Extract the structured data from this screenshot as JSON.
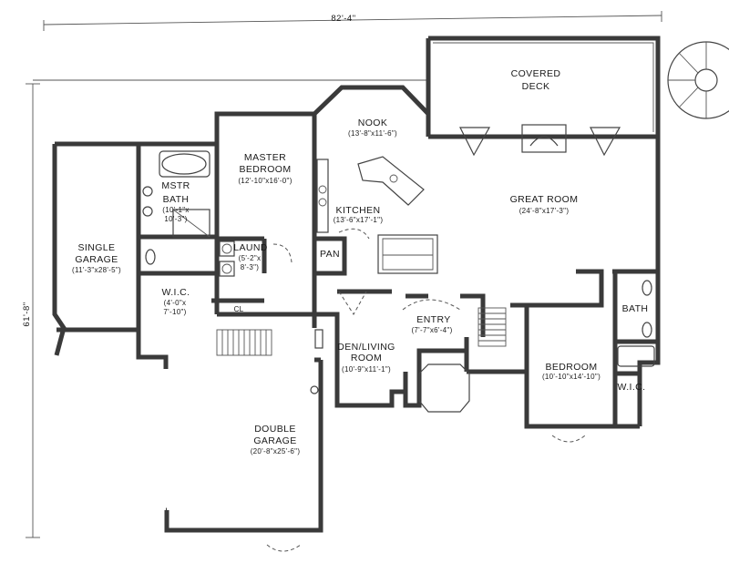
{
  "overall_width": "82'-4\"",
  "overall_depth": "61'-8\"",
  "rooms": {
    "covered_deck": {
      "name_line1": "COVERED",
      "name_line2": "DECK"
    },
    "nook": {
      "name": "NOOK",
      "size": "(13'-8\"x11'-6\")"
    },
    "master_bedroom": {
      "name_line1": "MASTER",
      "name_line2": "BEDROOM",
      "size": "(12'-10\"x16'-0\")"
    },
    "mstr_bath": {
      "name_line1": "MSTR",
      "name_line2": "BATH",
      "size_line1": "(10'-1\"x",
      "size_line2": "10'-3\")"
    },
    "great_room": {
      "name": "GREAT ROOM",
      "size": "(24'-8\"x17'-3\")"
    },
    "kitchen": {
      "name": "KITCHEN",
      "size": "(13'-6\"x17'-1\")"
    },
    "single_garage": {
      "name_line1": "SINGLE",
      "name_line2": "GARAGE",
      "size": "(11'-3\"x28'-5\")"
    },
    "laund": {
      "name": "LAUND",
      "size_line1": "(5'-2\"x",
      "size_line2": "8'-3\")"
    },
    "pan": {
      "name": "PAN"
    },
    "wic_master": {
      "name": "W.I.C.",
      "size_line1": "(4'-0\"x",
      "size_line2": "7'-10\")"
    },
    "cl": {
      "name": "CL"
    },
    "bath": {
      "name": "BATH"
    },
    "entry": {
      "name": "ENTRY",
      "size": "(7'-7\"x6'-4\")"
    },
    "den_living": {
      "name_line1": "DEN/LIVING",
      "name_line2": "ROOM",
      "size": "(10'-9\"x11'-1\")"
    },
    "bedroom": {
      "name": "BEDROOM",
      "size": "(10'-10\"x14'-10\")"
    },
    "wic": {
      "name": "W.I.C."
    },
    "double_garage": {
      "name_line1": "DOUBLE",
      "name_line2": "GARAGE",
      "size": "(20'-8\"x25'-6\")"
    }
  }
}
